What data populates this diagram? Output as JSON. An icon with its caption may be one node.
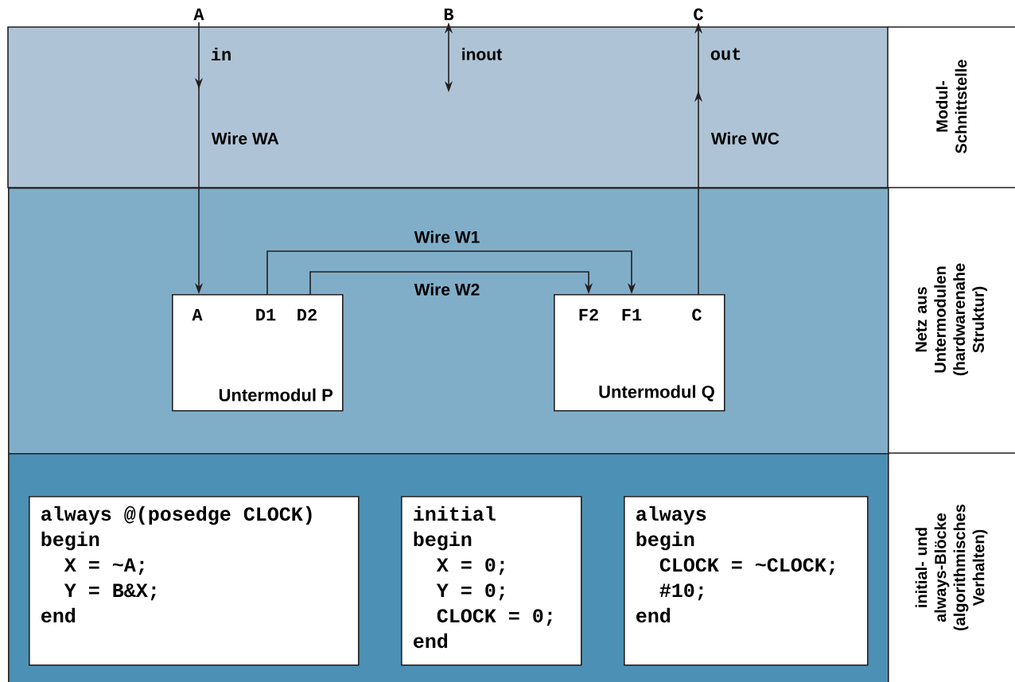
{
  "diagram": {
    "nodes": [
      {
        "text": [
          "Netz aus Untermodulen (hardwarenahe Struktur)"
        ]
      },
      {
        "text": [
          "initial- und always-Blöcke (algorithmisches Verhalten)"
        ]
      },
      {
        "text": [
          "A"
        ]
      },
      {
        "text": [
          "B"
        ]
      },
      {
        "text": [
          "C"
        ]
      },
      {
        "text": [
          "A",
          "D1",
          "D2",
          "Untermodul P"
        ],
        "in": 0
      },
      {
        "text": [
          "F2",
          "F1",
          "C",
          "Untermodul Q"
        ],
        "in": 0
      },
      {
        "text": [
          "always @(posedge CLOCK)",
          "begin",
          "X = ~A;",
          "Y = B&X;",
          "end"
        ],
        "in": 1
      },
      {
        "text": [
          "initial",
          "begin",
          "X = 0;",
          "Y = 0;",
          "CLOCK = 0;",
          "end"
        ],
        "in": 1
      },
      {
        "text": [
          "always",
          "begin",
          "CLOCK = ~CLOCK;",
          "#10;",
          "end"
        ],
        "in": 1
      }
    ],
    "edges": [
      {
        "from": 2,
        "to": 5,
        "arrow": "to",
        "label": "Wire WA"
      },
      {
        "from": 3,
        "to": null,
        "arrow": "both",
        "label": "inout"
      },
      {
        "from": 6,
        "to": 4,
        "arrow": "to",
        "label": "Wire WC"
      },
      {
        "from": 5,
        "to": 6,
        "arrow": "to",
        "label": "Wire W1"
      },
      {
        "from": 5,
        "to": 6,
        "arrow": "to",
        "label": "Wire W2"
      }
    ],
    "labels": [
      "in",
      "out",
      "Modul-Schnittstelle"
    ]
  }
}
